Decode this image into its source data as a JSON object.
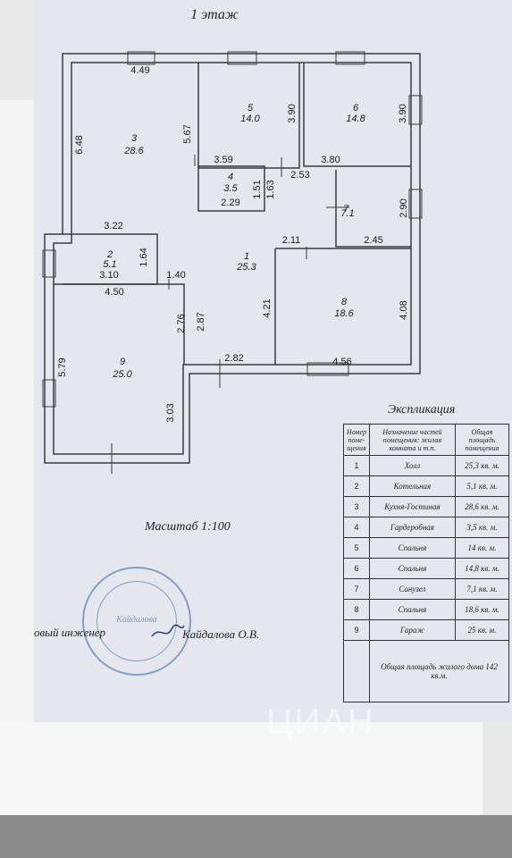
{
  "title": "1 этаж",
  "scale": "Масштаб 1:100",
  "engineer_label": "овый инженер",
  "engineer_name": "Кайдалова О.В.",
  "stamp_text": "Кайдалова",
  "watermark": "ЦИАН",
  "rooms": [
    {
      "no": "1",
      "area": "25.3"
    },
    {
      "no": "2",
      "area": "5.1"
    },
    {
      "no": "3",
      "area": "28.6"
    },
    {
      "no": "4",
      "area": "3.5"
    },
    {
      "no": "5",
      "area": "14.0"
    },
    {
      "no": "6",
      "area": "14.8"
    },
    {
      "no": "7",
      "area": "7.1"
    },
    {
      "no": "8",
      "area": "18.6"
    },
    {
      "no": "9",
      "area": "25.0"
    }
  ],
  "dimensions": [
    "4.49",
    "5.67",
    "6.48",
    "3.90",
    "3.90",
    "3.59",
    "3.80",
    "2.53",
    "1.51",
    "1.63",
    "2.29",
    "2.90",
    "2.11",
    "2.45",
    "3.22",
    "1.64",
    "3.10",
    "1.40",
    "4.50",
    "4.21",
    "4.08",
    "2.76",
    "2.87",
    "5.79",
    "2.82",
    "4.56",
    "3.03"
  ],
  "explication": {
    "title": "Экспликация",
    "headers": [
      "Номер поме-щения",
      "Назначение частей помещения: жилая комната и т.п.",
      "Общая площадь помещения"
    ],
    "rows": [
      {
        "no": "1",
        "name": "Холл",
        "area": "25,3 кв. м."
      },
      {
        "no": "2",
        "name": "Котельная",
        "area": "5,1 кв. м."
      },
      {
        "no": "3",
        "name": "Кухня-Гостиная",
        "area": "28,6 кв. м."
      },
      {
        "no": "4",
        "name": "Гардеробная",
        "area": "3,5 кв. м."
      },
      {
        "no": "5",
        "name": "Спальня",
        "area": "14 кв. м."
      },
      {
        "no": "6",
        "name": "Спальня",
        "area": "14,8 кв. м."
      },
      {
        "no": "7",
        "name": "Санузел",
        "area": "7,1 кв. м."
      },
      {
        "no": "8",
        "name": "Спальня",
        "area": "18,6 кв. м."
      },
      {
        "no": "9",
        "name": "Гараж",
        "area": "25 кв. м."
      }
    ],
    "total": "Общая площадь жилого дома 142 кв.м."
  }
}
